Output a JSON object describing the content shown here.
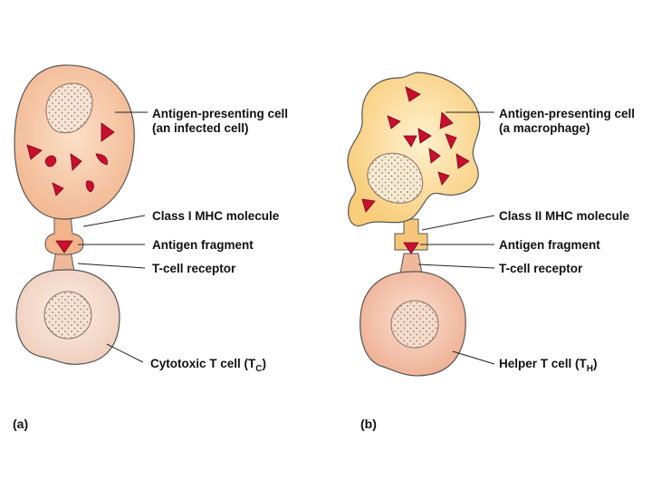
{
  "panels": [
    {
      "id": "a",
      "tag": "(a)",
      "labels": {
        "apc_line1": "Antigen-presenting cell",
        "apc_line2": "(an infected cell)",
        "mhc": "Class I MHC molecule",
        "antigen": "Antigen fragment",
        "receptor": "T-cell receptor",
        "tcell_main": "Cytotoxic T cell (T",
        "tcell_sub": "C",
        "tcell_end": ")"
      }
    },
    {
      "id": "b",
      "tag": "(b)",
      "labels": {
        "apc_line1": "Antigen-presenting cell",
        "apc_line2": "(a macrophage)",
        "mhc": "Class II MHC molecule",
        "antigen": "Antigen fragment",
        "receptor": "T-cell receptor",
        "tcell_main": "Helper T cell (T",
        "tcell_sub": "H",
        "tcell_end": ")"
      }
    }
  ],
  "colors": {
    "infected_cell": "#f7c9a6",
    "macrophage": "#fbd98f",
    "cytotoxic_t": "#f5ddd0",
    "helper_t": "#f5c4aa",
    "antigen": "#c8102e",
    "mhc_class1": "#f2b48a",
    "mhc_class2": "#f6c77a",
    "outline": "#444444"
  }
}
